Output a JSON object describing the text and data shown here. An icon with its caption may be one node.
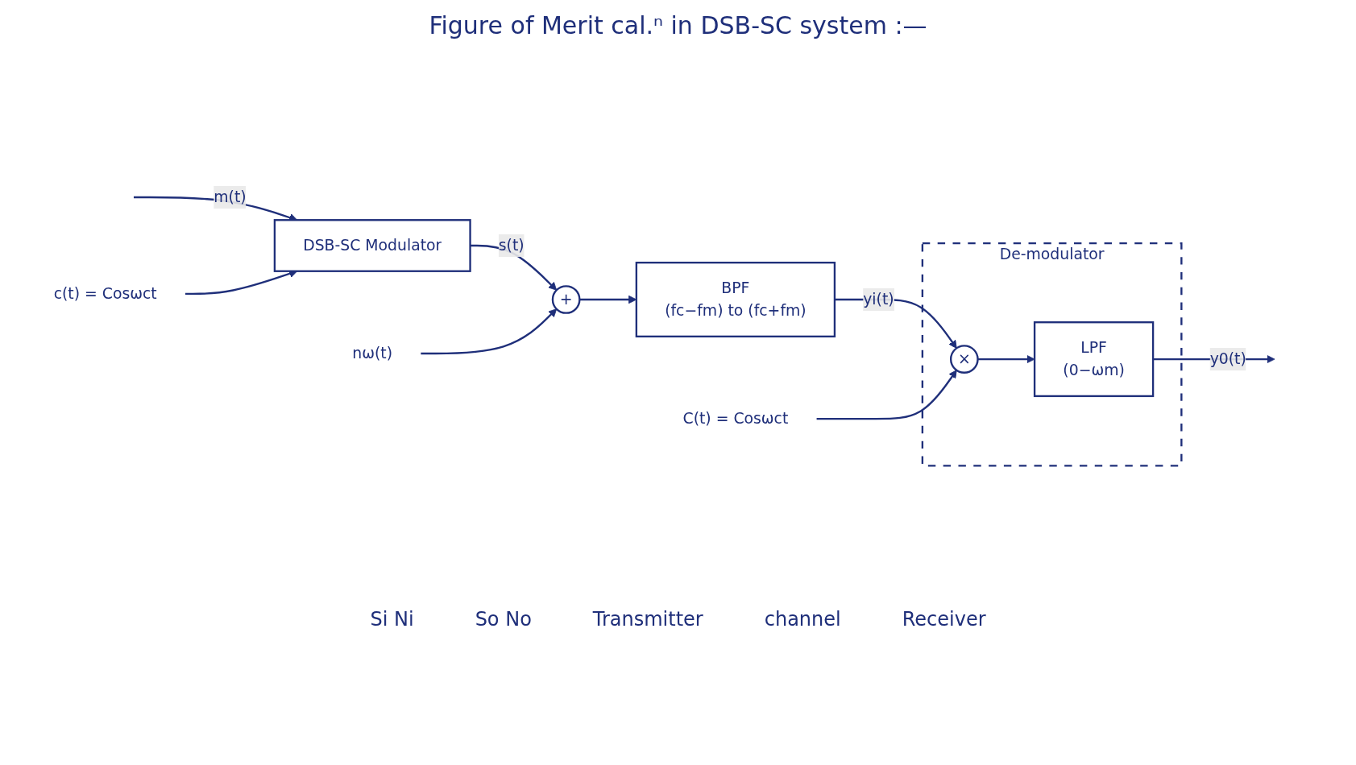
{
  "diagram": {
    "title": "Figure of Merit cal.ⁿ in DSB-SC system :—",
    "nodes": [
      {
        "text": [
          "DSB-SC Modulator"
        ]
      },
      {
        "text": [
          "c(t) = Cosωct"
        ]
      },
      {
        "text": [
          "+"
        ]
      },
      {
        "text": [
          "nω(t)"
        ]
      },
      {
        "text": [
          "BPF",
          "(fc−fm) to (fc+fm)"
        ]
      },
      {
        "text": [
          "De-modulator"
        ]
      },
      {
        "text": [
          "×"
        ],
        "in": 5
      },
      {
        "text": [
          "LPF",
          "(0−ωm)"
        ],
        "in": 5
      },
      {
        "text": [
          "C(t) = Cosωct"
        ]
      }
    ],
    "edges": [
      {
        "from": null,
        "to": 0,
        "arrow": "to",
        "label": "m(t)"
      },
      {
        "from": 1,
        "to": 0,
        "arrow": "to"
      },
      {
        "from": 0,
        "to": 2,
        "arrow": "to",
        "label": "s(t)"
      },
      {
        "from": 3,
        "to": 2,
        "arrow": "to"
      },
      {
        "from": 2,
        "to": 4,
        "arrow": "to"
      },
      {
        "from": 4,
        "to": 6,
        "arrow": "to",
        "label": "yi(t)"
      },
      {
        "from": 8,
        "to": 6,
        "arrow": "to"
      },
      {
        "from": 6,
        "to": 7,
        "arrow": "to"
      },
      {
        "from": 7,
        "to": null,
        "arrow": "to",
        "label": "y0(t)"
      }
    ],
    "labels": [
      "Si Ni",
      "So No",
      "Transmitter",
      "channel",
      "Receiver"
    ]
  }
}
